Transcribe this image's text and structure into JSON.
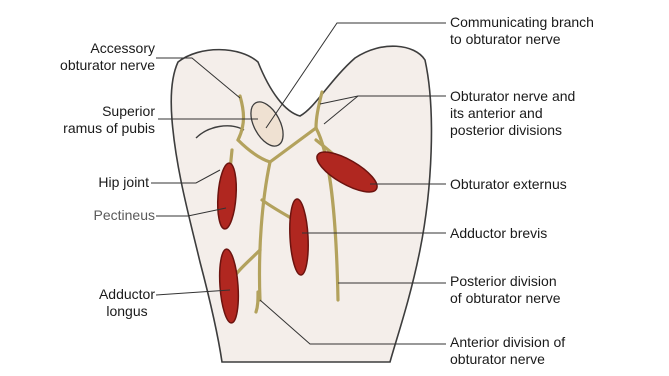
{
  "colors": {
    "thigh_fill": "#f4eeea",
    "outline": "#3d3d3d",
    "nerve": "#b3a25d",
    "nerve_edge": "#7d6f38",
    "muscle": "#b02720",
    "muscle_edge": "#6c130f",
    "pubis_fill": "#efe1d2",
    "leader": "#333333",
    "pectineus_text": "#5a5a5a"
  },
  "labels_left": {
    "accessory": [
      "Accessory",
      "obturator nerve"
    ],
    "superior_ramus": [
      "Superior",
      "ramus of pubis"
    ],
    "hip_joint": [
      "Hip joint"
    ],
    "pectineus": [
      "Pectineus"
    ],
    "adductor_longus": [
      "Adductor",
      "longus"
    ]
  },
  "labels_right": {
    "communicating": [
      "Communicating branch",
      "to obturator nerve"
    ],
    "obturator_nerve": [
      "Obturator nerve and",
      "its anterior and",
      "posterior divisions"
    ],
    "obturator_externus": [
      "Obturator externus"
    ],
    "adductor_brevis": [
      "Adductor brevis"
    ],
    "posterior_division": [
      "Posterior division",
      "of obturator nerve"
    ],
    "anterior_division": [
      "Anterior division of",
      "obturator nerve"
    ]
  }
}
